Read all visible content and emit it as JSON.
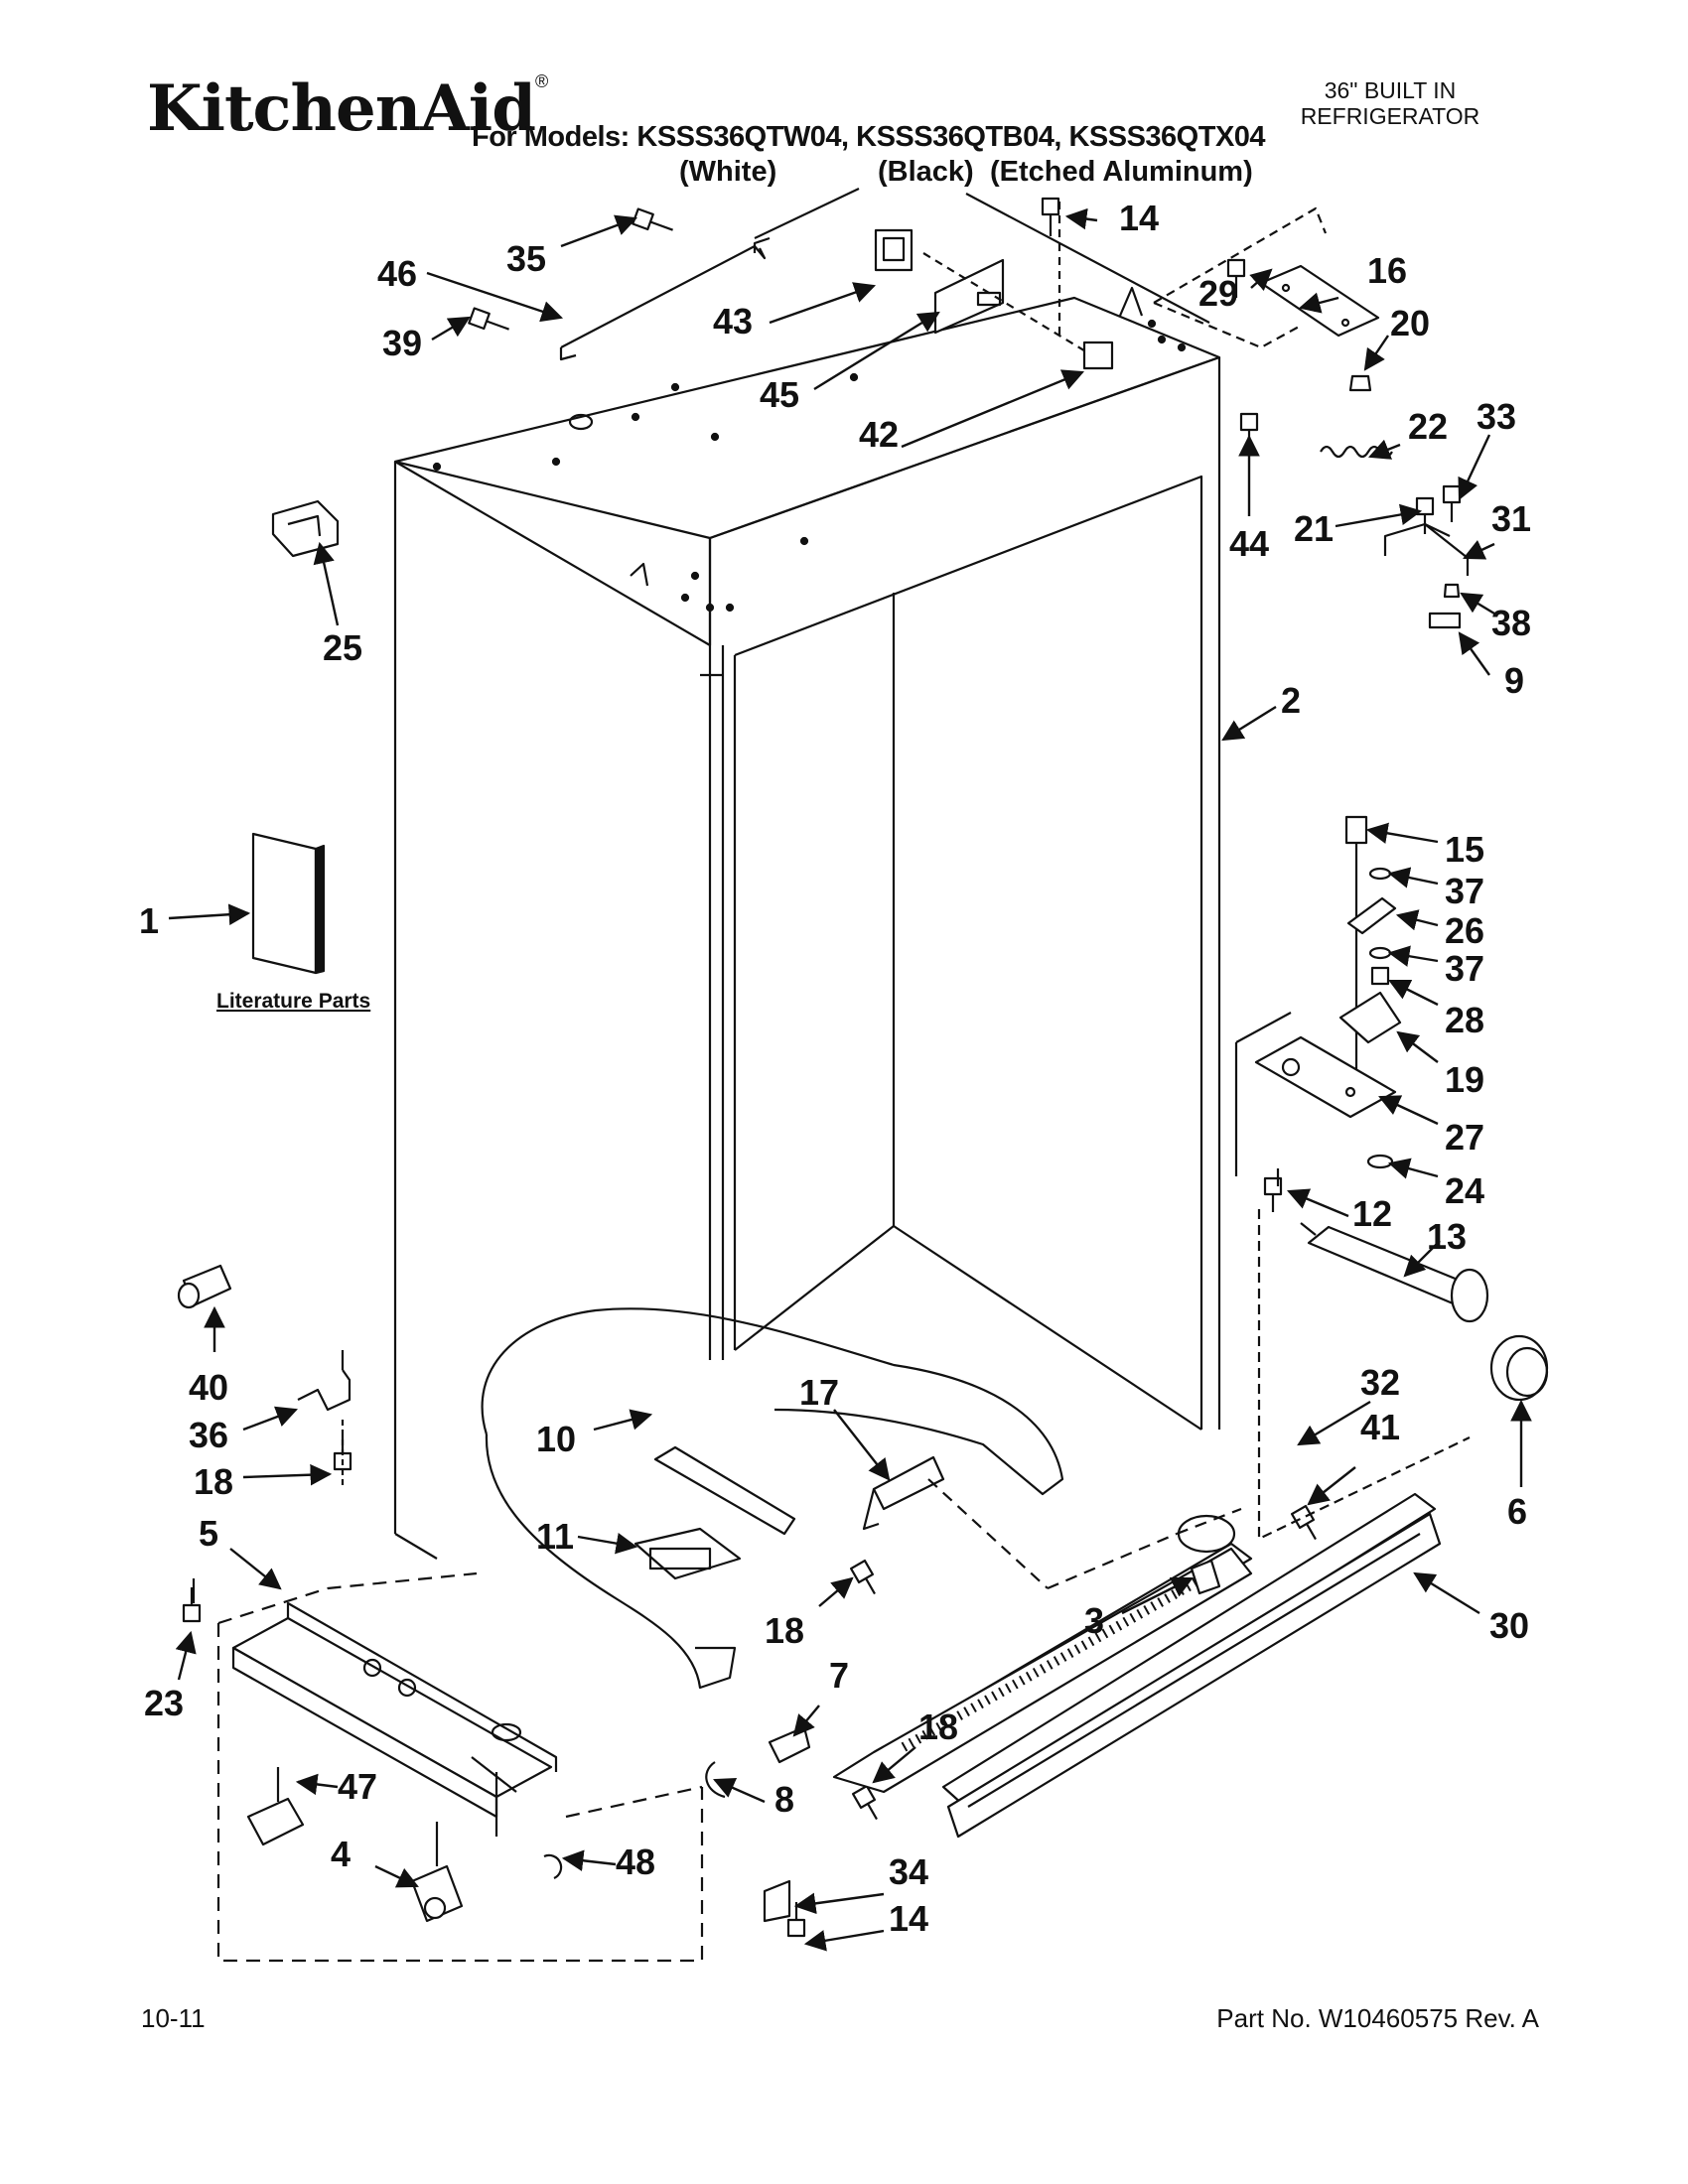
{
  "header": {
    "brand": "KitchenAid",
    "brand_mark": "®",
    "models_line": "For Models: KSSS36QTW04, KSSS36QTB04, KSSS36QTX04",
    "color_white": "(White)",
    "color_black": "(Black)",
    "color_aluminum": "(Etched Aluminum)",
    "product_line1": "36\" BUILT IN",
    "product_line2": "REFRIGERATOR"
  },
  "footer": {
    "date": "10-11",
    "part_no": "Part No. W10460575 Rev. A"
  },
  "literature_label": "Literature Parts",
  "callouts": [
    {
      "id": "35",
      "text": "35"
    },
    {
      "id": "46",
      "text": "46"
    },
    {
      "id": "39",
      "text": "39"
    },
    {
      "id": "14a",
      "text": "14"
    },
    {
      "id": "43",
      "text": "43"
    },
    {
      "id": "45",
      "text": "45"
    },
    {
      "id": "42",
      "text": "42"
    },
    {
      "id": "29",
      "text": "29"
    },
    {
      "id": "16",
      "text": "16"
    },
    {
      "id": "20",
      "text": "20"
    },
    {
      "id": "22",
      "text": "22"
    },
    {
      "id": "33",
      "text": "33"
    },
    {
      "id": "44",
      "text": "44"
    },
    {
      "id": "21",
      "text": "21"
    },
    {
      "id": "31",
      "text": "31"
    },
    {
      "id": "38",
      "text": "38"
    },
    {
      "id": "9",
      "text": "9"
    },
    {
      "id": "25",
      "text": "25"
    },
    {
      "id": "2",
      "text": "2"
    },
    {
      "id": "15",
      "text": "15"
    },
    {
      "id": "37a",
      "text": "37"
    },
    {
      "id": "26",
      "text": "26"
    },
    {
      "id": "37b",
      "text": "37"
    },
    {
      "id": "28",
      "text": "28"
    },
    {
      "id": "19",
      "text": "19"
    },
    {
      "id": "27",
      "text": "27"
    },
    {
      "id": "24",
      "text": "24"
    },
    {
      "id": "12",
      "text": "12"
    },
    {
      "id": "13",
      "text": "13"
    },
    {
      "id": "1",
      "text": "1"
    },
    {
      "id": "40",
      "text": "40"
    },
    {
      "id": "36",
      "text": "36"
    },
    {
      "id": "18a",
      "text": "18"
    },
    {
      "id": "5",
      "text": "5"
    },
    {
      "id": "23",
      "text": "23"
    },
    {
      "id": "10",
      "text": "10"
    },
    {
      "id": "17",
      "text": "17"
    },
    {
      "id": "11",
      "text": "11"
    },
    {
      "id": "18b",
      "text": "18"
    },
    {
      "id": "32",
      "text": "32"
    },
    {
      "id": "41",
      "text": "41"
    },
    {
      "id": "6",
      "text": "6"
    },
    {
      "id": "3",
      "text": "3"
    },
    {
      "id": "30",
      "text": "30"
    },
    {
      "id": "7",
      "text": "7"
    },
    {
      "id": "18c",
      "text": "18"
    },
    {
      "id": "8",
      "text": "8"
    },
    {
      "id": "47",
      "text": "47"
    },
    {
      "id": "4",
      "text": "4"
    },
    {
      "id": "48",
      "text": "48"
    },
    {
      "id": "34",
      "text": "34"
    },
    {
      "id": "14b",
      "text": "14"
    }
  ]
}
